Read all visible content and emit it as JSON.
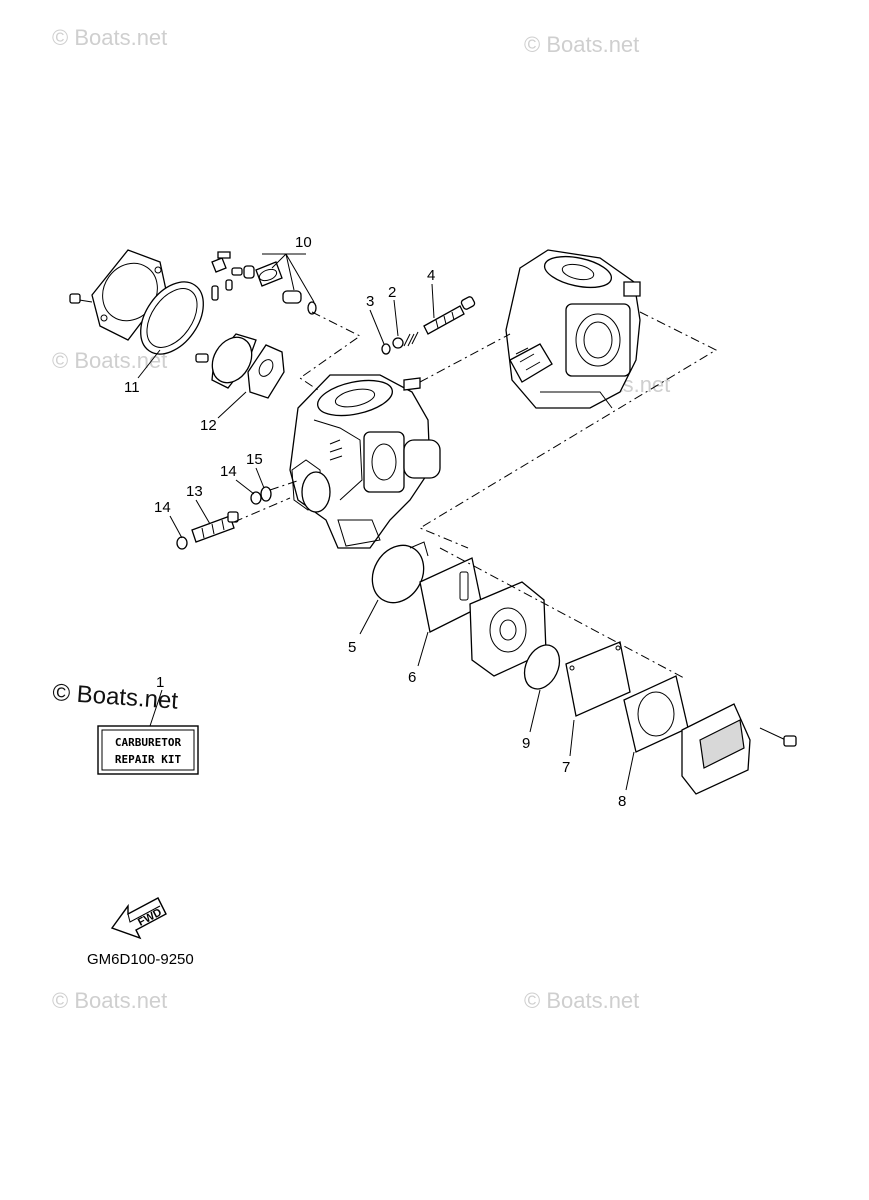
{
  "watermarks": [
    "© Boats.net",
    "© Boats.net",
    "© Boats.net",
    "© Boats.net",
    "© Boats.net",
    "© Boats.net"
  ],
  "watermark_main": "© Boats.net",
  "callouts": {
    "c1": "1",
    "c2": "2",
    "c3": "3",
    "c4": "4",
    "c5": "5",
    "c6": "6",
    "c7": "7",
    "c8": "8",
    "c9": "9",
    "c10": "10",
    "c11": "11",
    "c12": "12",
    "c13": "13",
    "c14a": "14",
    "c14b": "14",
    "c15": "15"
  },
  "kit_label": {
    "line1": "CARBURETOR",
    "line2": "REPAIR KIT"
  },
  "fwd_label": "FWD",
  "diagram_code": "GM6D100-9250"
}
